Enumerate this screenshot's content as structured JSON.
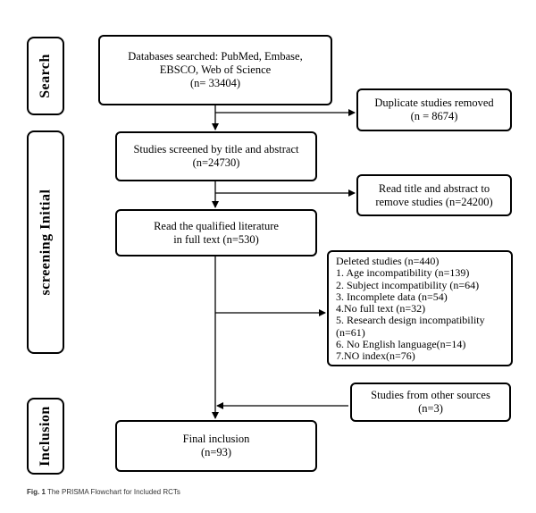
{
  "stages": {
    "search": "Search",
    "initial_screening": "screening  Initial",
    "inclusion": "Inclusion"
  },
  "boxes": {
    "databases": [
      "Databases searched: PubMed, Embase,",
      "EBSCO, Web of Science",
      "(n= 33404)"
    ],
    "duplicates": [
      "Duplicate studies removed",
      "(n = 8674)"
    ],
    "screened": [
      "Studies screened by title and abstract",
      "(n=24730)"
    ],
    "title_abstract_removed": [
      "Read title and abstract to",
      "remove studies (n=24200)"
    ],
    "full_text": [
      "Read the qualified literature",
      "in full text (n=530)"
    ],
    "deleted": [
      "Deleted studies (n=440)",
      "1. Age incompatibility (n=139)",
      "2. Subject incompatibility (n=64)",
      "3. Incomplete data (n=54)",
      "4.No full text (n=32)",
      "5. Research design incompatibility",
      "(n=61)",
      "6. No English language(n=14)",
      "7.NO index(n=76)"
    ],
    "other_sources": [
      "Studies from other sources",
      "(n=3)"
    ],
    "final": [
      "Final inclusion",
      "(n=93)"
    ]
  },
  "caption": {
    "label": "Fig. 1",
    "text": "The PRISMA Flowchart for Included RCTs"
  }
}
